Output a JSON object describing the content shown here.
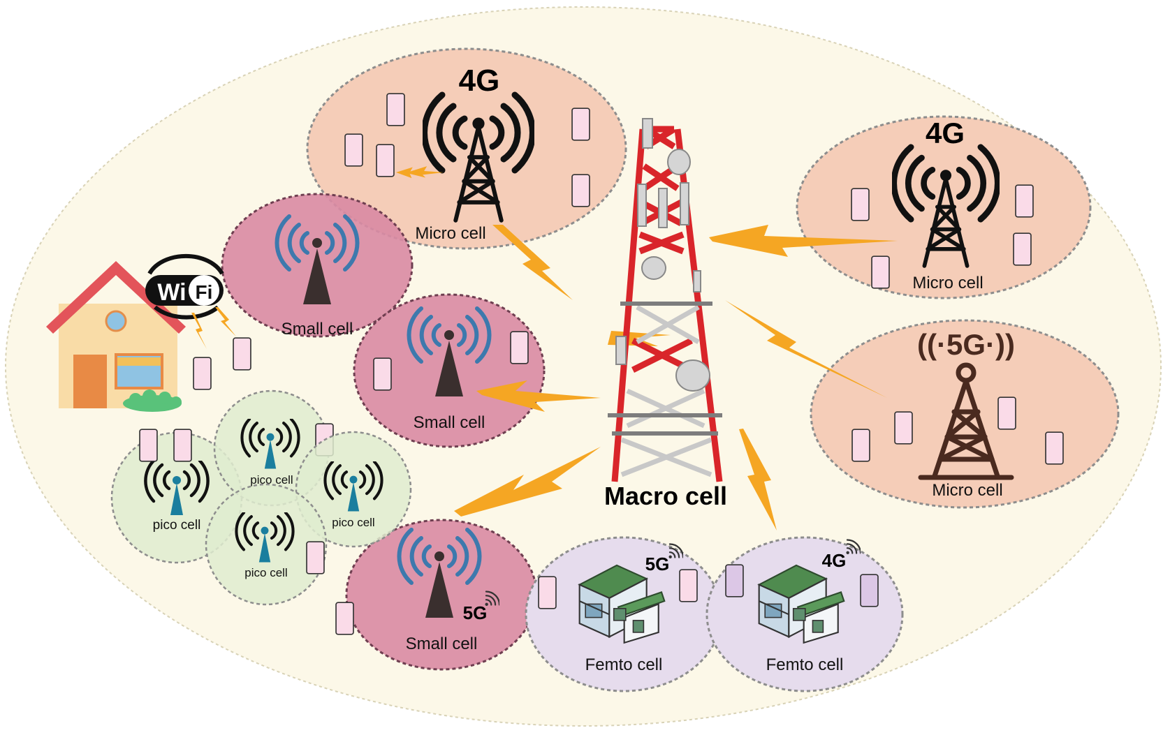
{
  "diagram": {
    "macro_label": "Macro cell",
    "micro_cells": [
      {
        "label": "Micro cell",
        "generation": "4G"
      },
      {
        "label": "Micro cell",
        "generation": "4G"
      },
      {
        "label": "Micro cell",
        "generation": "((·5G·))"
      }
    ],
    "small_cells": [
      {
        "label": "Small cell"
      },
      {
        "label": "Small cell"
      },
      {
        "label": "Small cell",
        "generation": "5G"
      }
    ],
    "pico_cells": [
      {
        "label": "pico cell"
      },
      {
        "label": "pico cell"
      },
      {
        "label": "pico cell"
      },
      {
        "label": "pico cell"
      }
    ],
    "femto_cells": [
      {
        "label": "Femto cell",
        "generation": "5G"
      },
      {
        "label": "Femto cell",
        "generation": "4G"
      }
    ],
    "wifi_badge": {
      "left": "Wi",
      "right": "Fi"
    }
  },
  "colors": {
    "macro_area": "#fcf8e8",
    "micro_area": "#f5cdb8",
    "small_area": "#d98aa3",
    "pico_area": "#dfeccf",
    "femto_area": "#e6dced",
    "bolt": "#f5a623",
    "tower_red": "#d9252a",
    "phone_fill": "#fadbe8"
  }
}
